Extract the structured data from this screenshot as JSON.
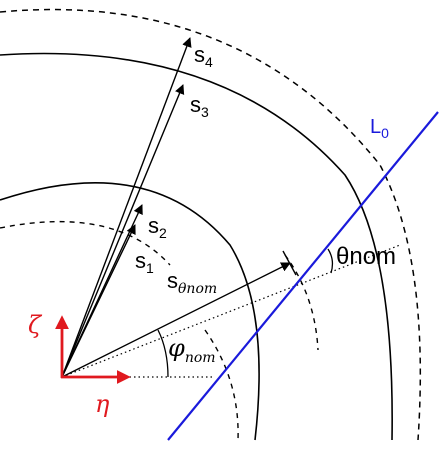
{
  "labels": {
    "s4": {
      "main": "s",
      "sub": "4"
    },
    "s3": {
      "main": "s",
      "sub": "3"
    },
    "s2": {
      "main": "s",
      "sub": "2"
    },
    "s1": {
      "main": "s",
      "sub": "1"
    },
    "s_theta_nom": {
      "main": "s",
      "sub": "θnom"
    },
    "theta_nom": "θnom",
    "phi_nom": {
      "main": "φ",
      "sub": "nom"
    },
    "line_L0": {
      "main": "L",
      "sub": "0"
    },
    "zeta": "ζ",
    "eta": "η"
  },
  "colors": {
    "line": "#1a1adb",
    "axes": "#e0191f",
    "ink": "#000000"
  }
}
